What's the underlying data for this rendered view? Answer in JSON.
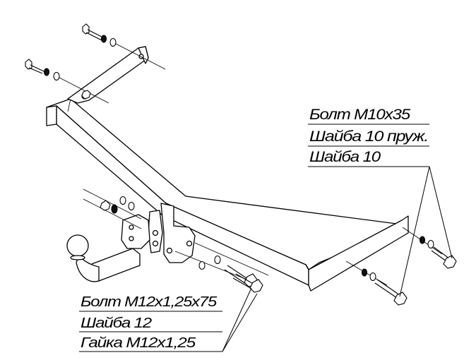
{
  "callouts": {
    "upper": {
      "lines": [
        "Болт М10х35",
        "Шайба 10 пруж.",
        "Шайба 10"
      ]
    },
    "lower": {
      "lines": [
        "Болт М12х1,25х75",
        "Шайба 12",
        "Гайка М12х1,25"
      ]
    }
  },
  "colors": {
    "line": "#000000",
    "background": "#ffffff"
  }
}
